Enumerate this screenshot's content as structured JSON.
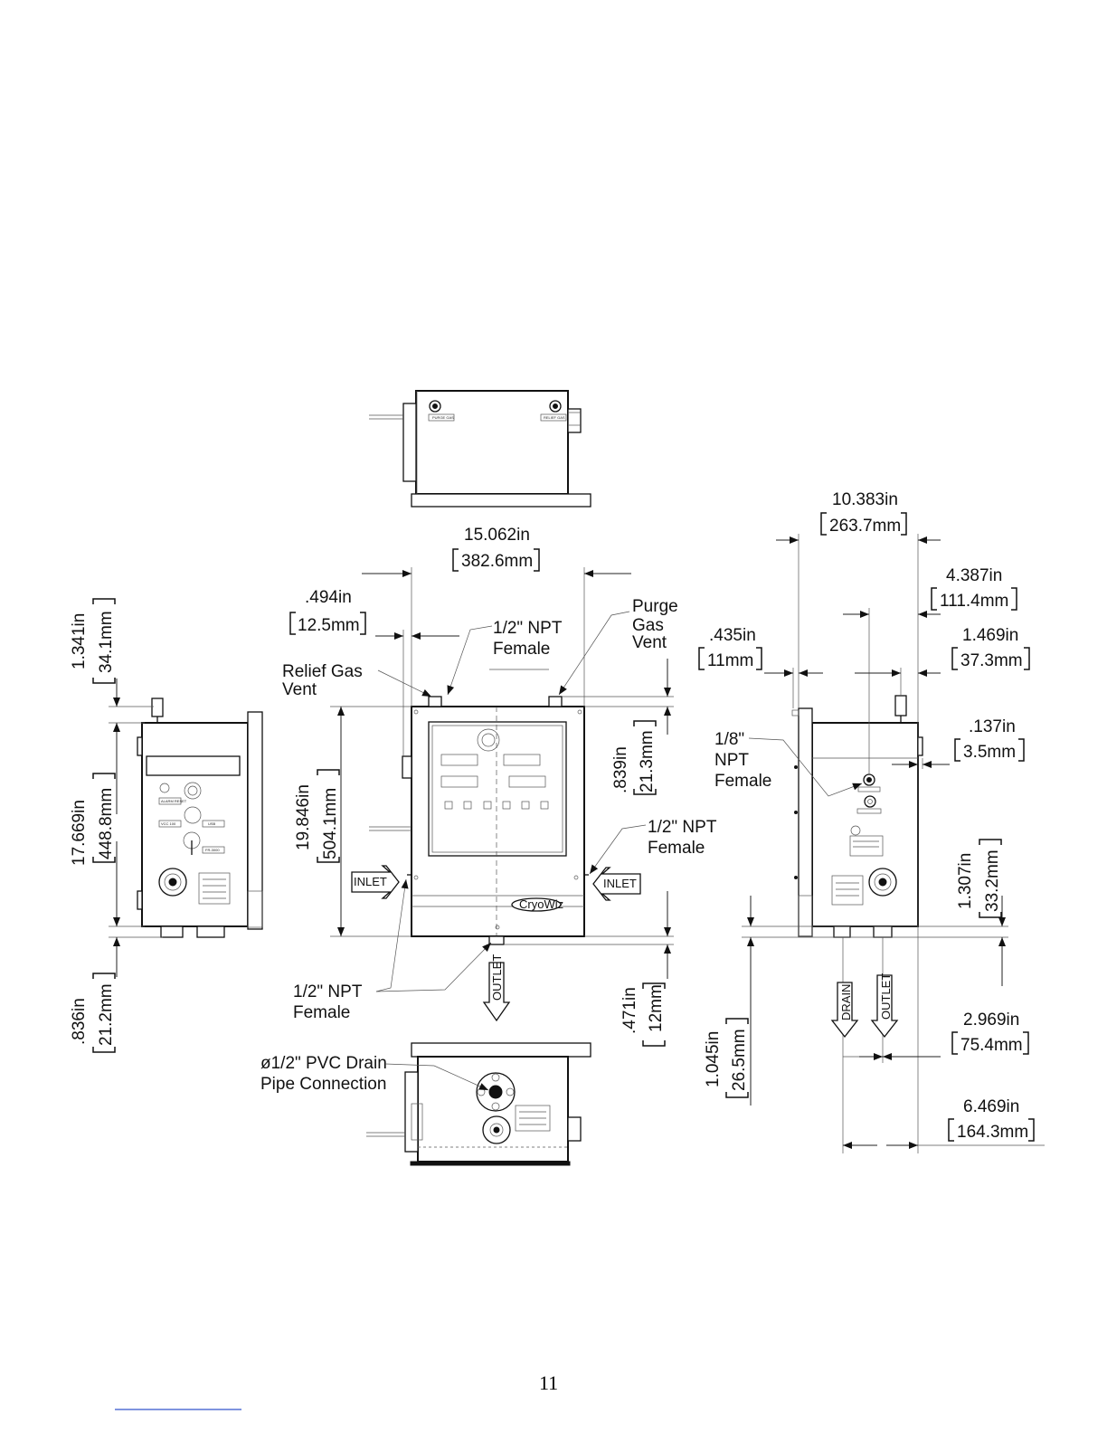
{
  "page_number": "11",
  "front_view": {
    "width": {
      "in": "15.062in",
      "mm": "382.6mm"
    },
    "offset": {
      "in": ".494in",
      "mm": "12.5mm"
    },
    "height": {
      "in": "19.846in",
      "mm": "504.1mm"
    },
    "fitting_height": {
      "in": ".839in",
      "mm": "21.3mm"
    },
    "outlet_drop": {
      "in": ".471in",
      "mm": "12mm"
    },
    "relief_gas_vent": "Relief Gas\nVent",
    "top_npt": "1/2\" NPT\nFemale",
    "purge_gas_vent": "Purge\nGas\nVent",
    "right_npt": "1/2\" NPT\nFemale",
    "bottom_npt": "1/2\" NPT\nFemale",
    "inlet_left": "INLET",
    "inlet_right": "INLET",
    "outlet": "OUTLET",
    "brand": "CryoWiz"
  },
  "left_view": {
    "top_fitting": {
      "in": "1.341in",
      "mm": "34.1mm"
    },
    "body_height": {
      "in": "17.669in",
      "mm": "448.8mm"
    },
    "bottom_fitting": {
      "in": ".836in",
      "mm": "21.2mm"
    },
    "panel_labels": [
      "ALARM RESET",
      "VCC 100",
      "USB",
      "FR-3000"
    ]
  },
  "top_view": {
    "labels": [
      "PURGE GAS",
      "RELIEF GAS"
    ]
  },
  "bottom_view": {
    "drain_label": "ø1/2\" PVC Drain\nPipe Connection"
  },
  "right_view": {
    "depth": {
      "in": "10.383in",
      "mm": "263.7mm"
    },
    "fitting_offset": {
      "in": "4.387in",
      "mm": "111.4mm"
    },
    "fitting_small": {
      "in": "1.469in",
      "mm": "37.3mm"
    },
    "flange": {
      "in": ".435in",
      "mm": "11mm"
    },
    "side_offset": {
      "in": ".137in",
      "mm": "3.5mm"
    },
    "port_height": {
      "in": "1.307in",
      "mm": "33.2mm"
    },
    "bottom_fitting": {
      "in": "1.045in",
      "mm": "26.5mm"
    },
    "drain_spacing": {
      "in": "2.969in",
      "mm": "75.4mm"
    },
    "outlet_spacing": {
      "in": "6.469in",
      "mm": "164.3mm"
    },
    "npt": "1/8\"\nNPT\nFemale",
    "drain": "DRAIN",
    "outlet": "OUTLET"
  }
}
